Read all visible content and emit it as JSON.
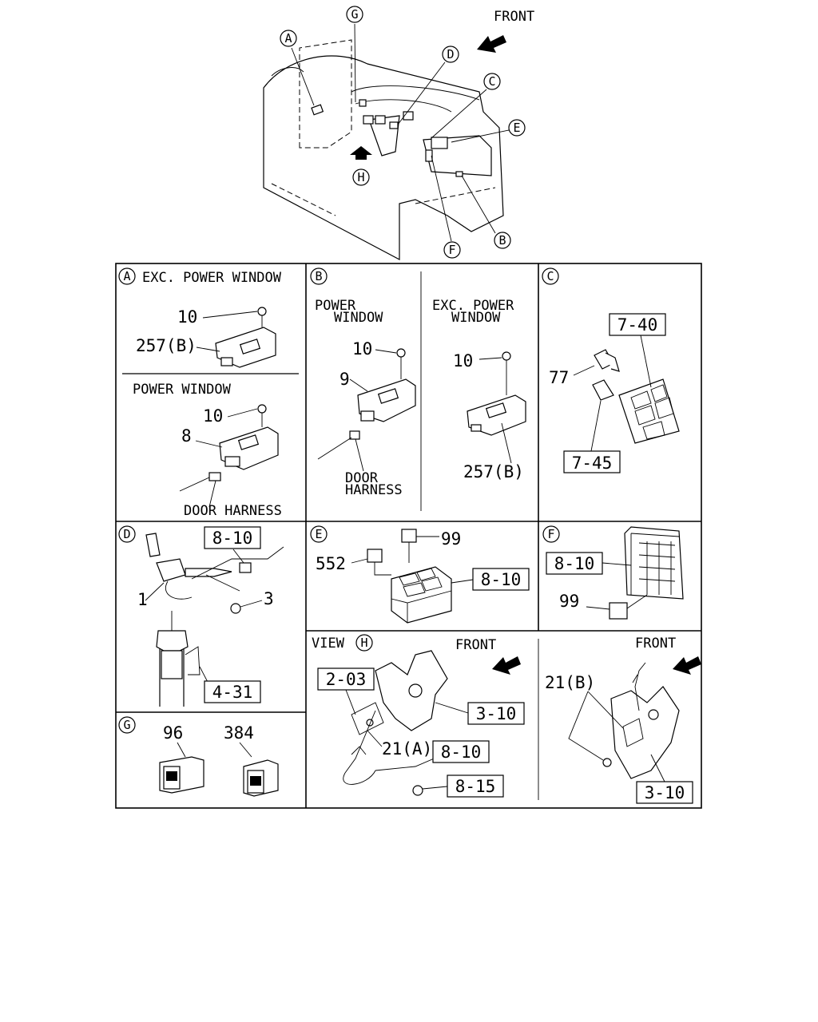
{
  "overview": {
    "front_label": "FRONT",
    "callouts": [
      "A",
      "B",
      "C",
      "D",
      "E",
      "F",
      "G",
      "H"
    ]
  },
  "panel_a": {
    "letter": "A",
    "title": "EXC. POWER WINDOW",
    "sub_title": "POWER WINDOW",
    "part_10_top": "10",
    "part_257b": "257(B)",
    "part_10_bottom": "10",
    "part_8": "8",
    "door_harness": "DOOR HARNESS"
  },
  "panel_b": {
    "letter": "B",
    "left_title_1": "POWER",
    "left_title_2": "WINDOW",
    "right_title_1": "EXC. POWER",
    "right_title_2": "WINDOW",
    "part_10_left": "10",
    "part_9": "9",
    "door_1": "DOOR",
    "harness_1": "HARNESS",
    "part_10_right": "10",
    "part_257b": "257(B)"
  },
  "panel_c": {
    "letter": "C",
    "ref_7_40": "7-40",
    "part_77": "77",
    "ref_7_45": "7-45"
  },
  "panel_d": {
    "letter": "D",
    "ref_8_10": "8-10",
    "part_1": "1",
    "part_3": "3",
    "ref_4_31": "4-31"
  },
  "panel_e": {
    "letter": "E",
    "part_552": "552",
    "part_99": "99",
    "ref_8_10": "8-10"
  },
  "panel_f": {
    "letter": "F",
    "ref_8_10": "8-10",
    "part_99": "99"
  },
  "panel_g": {
    "letter": "G",
    "part_96": "96",
    "part_384": "384"
  },
  "panel_h": {
    "view_label": "VIEW",
    "letter": "H",
    "front_left": "FRONT",
    "front_right": "FRONT",
    "ref_2_03": "2-03",
    "ref_3_10_left": "3-10",
    "part_21a": "21(A)",
    "ref_8_10": "8-10",
    "ref_8_15": "8-15",
    "part_21b": "21(B)",
    "ref_3_10_right": "3-10"
  }
}
